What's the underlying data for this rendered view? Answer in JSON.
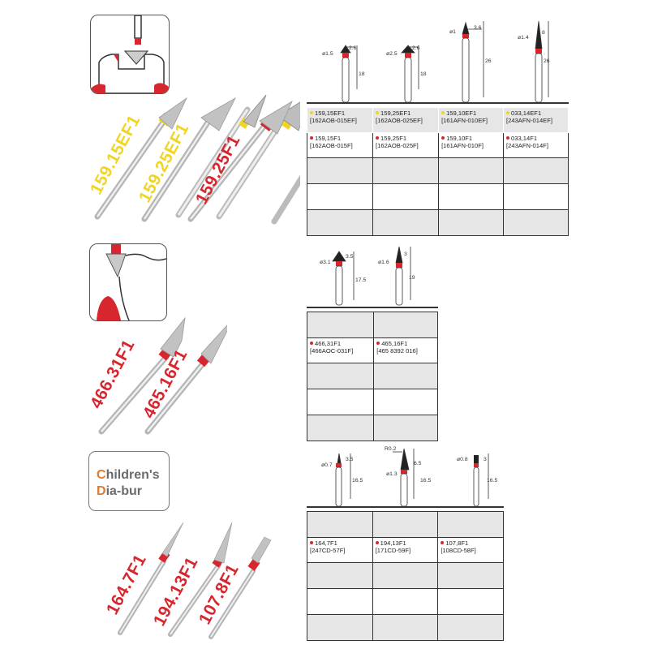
{
  "colors": {
    "yellow": "#f2d422",
    "red": "#d8262e",
    "orange": "#e2792b",
    "gray_text": "#6b6b6b"
  },
  "section1": {
    "labels": [
      "159.15EF1",
      "159.25EF1",
      "159.25F1"
    ],
    "label_colors": [
      "#f2d422",
      "#f2d422",
      "#d8262e"
    ],
    "dims": [
      {
        "d": "ø1.5",
        "w": "2.6",
        "h": "18"
      },
      {
        "d": "ø2.5",
        "w": "2.6",
        "h": "18"
      },
      {
        "d": "ø1",
        "w": "3.6",
        "h": "26"
      },
      {
        "d": "ø1.4",
        "w": "8",
        "h": "26"
      }
    ],
    "row_ef": [
      {
        "code": "159,15EF1",
        "ref": "[162AOB-015EF]"
      },
      {
        "code": "159,25EF1",
        "ref": "[162AOB-025EF]"
      },
      {
        "code": "159,10EF1",
        "ref": "[161AFN-010EF]"
      },
      {
        "code": "033,14EF1",
        "ref": "[243AFN-014EF]"
      }
    ],
    "row_f": [
      {
        "code": "159,15F1",
        "ref": "[162AOB-015F]"
      },
      {
        "code": "159,25F1",
        "ref": "[162AOB-025F]"
      },
      {
        "code": "159,10F1",
        "ref": "[161AFN-010F]"
      },
      {
        "code": "033,14F1",
        "ref": "[243AFN-014F]"
      }
    ]
  },
  "section2": {
    "labels": [
      "466.31F1",
      "465.16F1"
    ],
    "dims": [
      {
        "d": "ø3.1",
        "w": "3.5",
        "h": "17.5"
      },
      {
        "d": "ø1.6",
        "w": "3",
        "h": "19"
      }
    ],
    "row_f": [
      {
        "code": "466,31F1",
        "ref": "[466AOC-031F]"
      },
      {
        "code": "465,16F1",
        "ref": "[465 8392 016]"
      }
    ]
  },
  "section3": {
    "kids_title_first": "C",
    "kids_title_rest": "hildren's",
    "kids_sub_first": "D",
    "kids_sub_rest": "ia-bur",
    "labels": [
      "164.7F1",
      "194.13F1",
      "107.8F1"
    ],
    "dims": [
      {
        "d": "ø0.7",
        "w": "3.5",
        "h": "16.5",
        "r": ""
      },
      {
        "d": "ø1.3",
        "w": "6.5",
        "h": "16.5",
        "r": "R0.2"
      },
      {
        "d": "ø0.8",
        "w": "3",
        "h": "16.5",
        "r": ""
      }
    ],
    "row_f": [
      {
        "code": "164,7F1",
        "ref": "[247CD-57F]"
      },
      {
        "code": "194,13F1",
        "ref": "[171CD-59F]"
      },
      {
        "code": "107,8F1",
        "ref": "[108CD-58F]"
      }
    ]
  }
}
